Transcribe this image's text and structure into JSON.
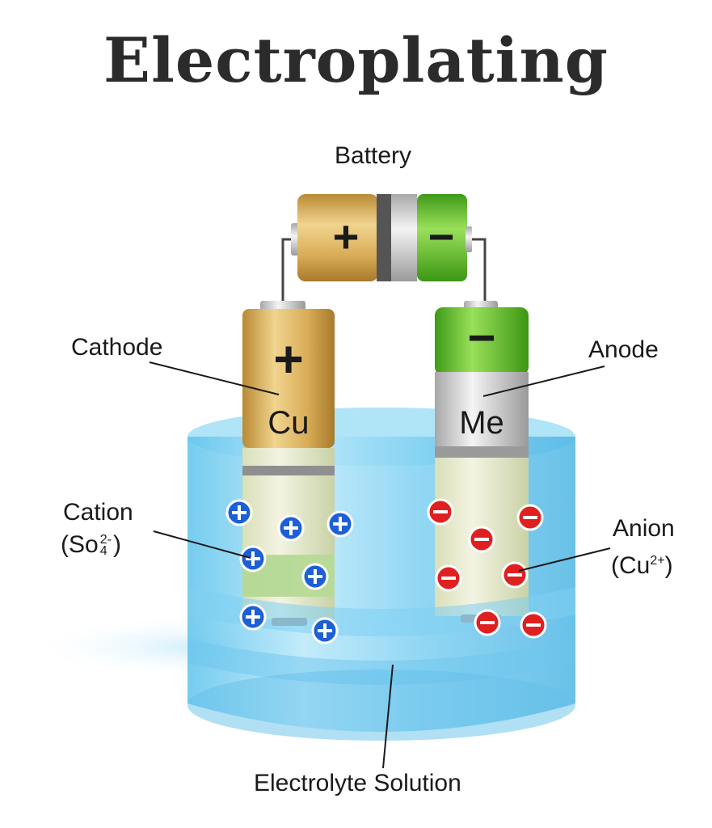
{
  "title": "Electroplating",
  "labels": {
    "battery": "Battery",
    "cathode": "Cathode",
    "anode": "Anode",
    "cation_name": "Cation",
    "cation_formula_base": "So",
    "cation_sub": "4",
    "cation_sup": "2-",
    "anion_name": "Anion",
    "anion_formula_base": "Cu",
    "anion_sup": "2+",
    "electrolyte": "Electrolyte Solution",
    "cathode_element": "Cu",
    "anode_element": "Me"
  },
  "symbols": {
    "plus": "+",
    "minus": "−"
  },
  "colors": {
    "gold": "#d9b15a",
    "green": "#5fbf2a",
    "water": "#8fd3f0",
    "cation_dot": "#1d5fd6",
    "anion_dot": "#e02020"
  }
}
